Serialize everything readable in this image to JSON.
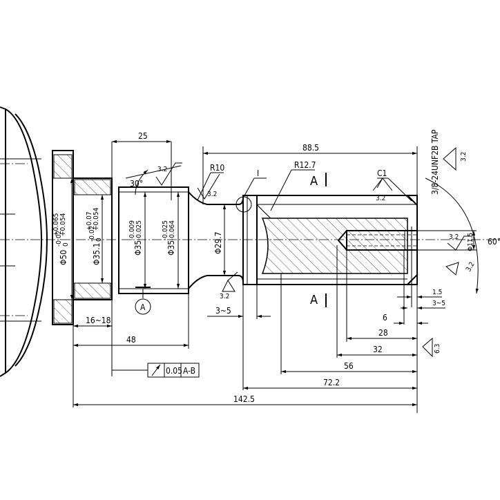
{
  "dimensions": {
    "d25": "25",
    "d88_5": "88.5",
    "d48": "48",
    "d16_18": "16~18",
    "d3_5_left": "3~5",
    "d6": "6",
    "d28": "28",
    "d32": "32",
    "d56": "56",
    "d72_2": "72.2",
    "d142_5": "142.5",
    "d1_5": "1.5",
    "d3_5_right": "3~5"
  },
  "diameters": {
    "phi50": "Φ50",
    "phi50_upper": "-0.02",
    "phi50_lower": "0",
    "phi50_tol_up": "+0.065",
    "phi50_tol_low": "+0.054",
    "phi35_1": "Φ35.1",
    "phi35_1_upper": "-0.02",
    "phi35_1_lower": "0",
    "phi35_1_tol_up": "+0.07",
    "phi35_1_tol_low": "+0.054",
    "phi35_a": "Φ35",
    "phi35_a_tol": "-0.009",
    "phi35_a_tol2": "-0.025",
    "phi35_b": "Φ35",
    "phi35_b_tol": "-0.025",
    "phi35_b_tol2": "-0.064",
    "phi29_7": "Φ29.7",
    "phi11_5": "Φ11.5"
  },
  "radii": {
    "r10": "R10",
    "r12_7": "R12.7"
  },
  "chamfer": {
    "c1": "C1"
  },
  "angles": {
    "a30": "30°",
    "a60": "60°"
  },
  "roughness": {
    "r1": "3.2",
    "r2": "3.2",
    "r3": "3.2",
    "r4": "3.2",
    "r5": "3.2",
    "r6": "3.2",
    "r7": "3.2",
    "r8": "6.3"
  },
  "thread_note": "3/8-24UNF2B TAP",
  "detail_label": "I",
  "section_labels": {
    "top": "A",
    "bottom": "A"
  },
  "datum_label": "A",
  "tolerance_frame": {
    "value": "0.05",
    "datum": "A-B"
  }
}
